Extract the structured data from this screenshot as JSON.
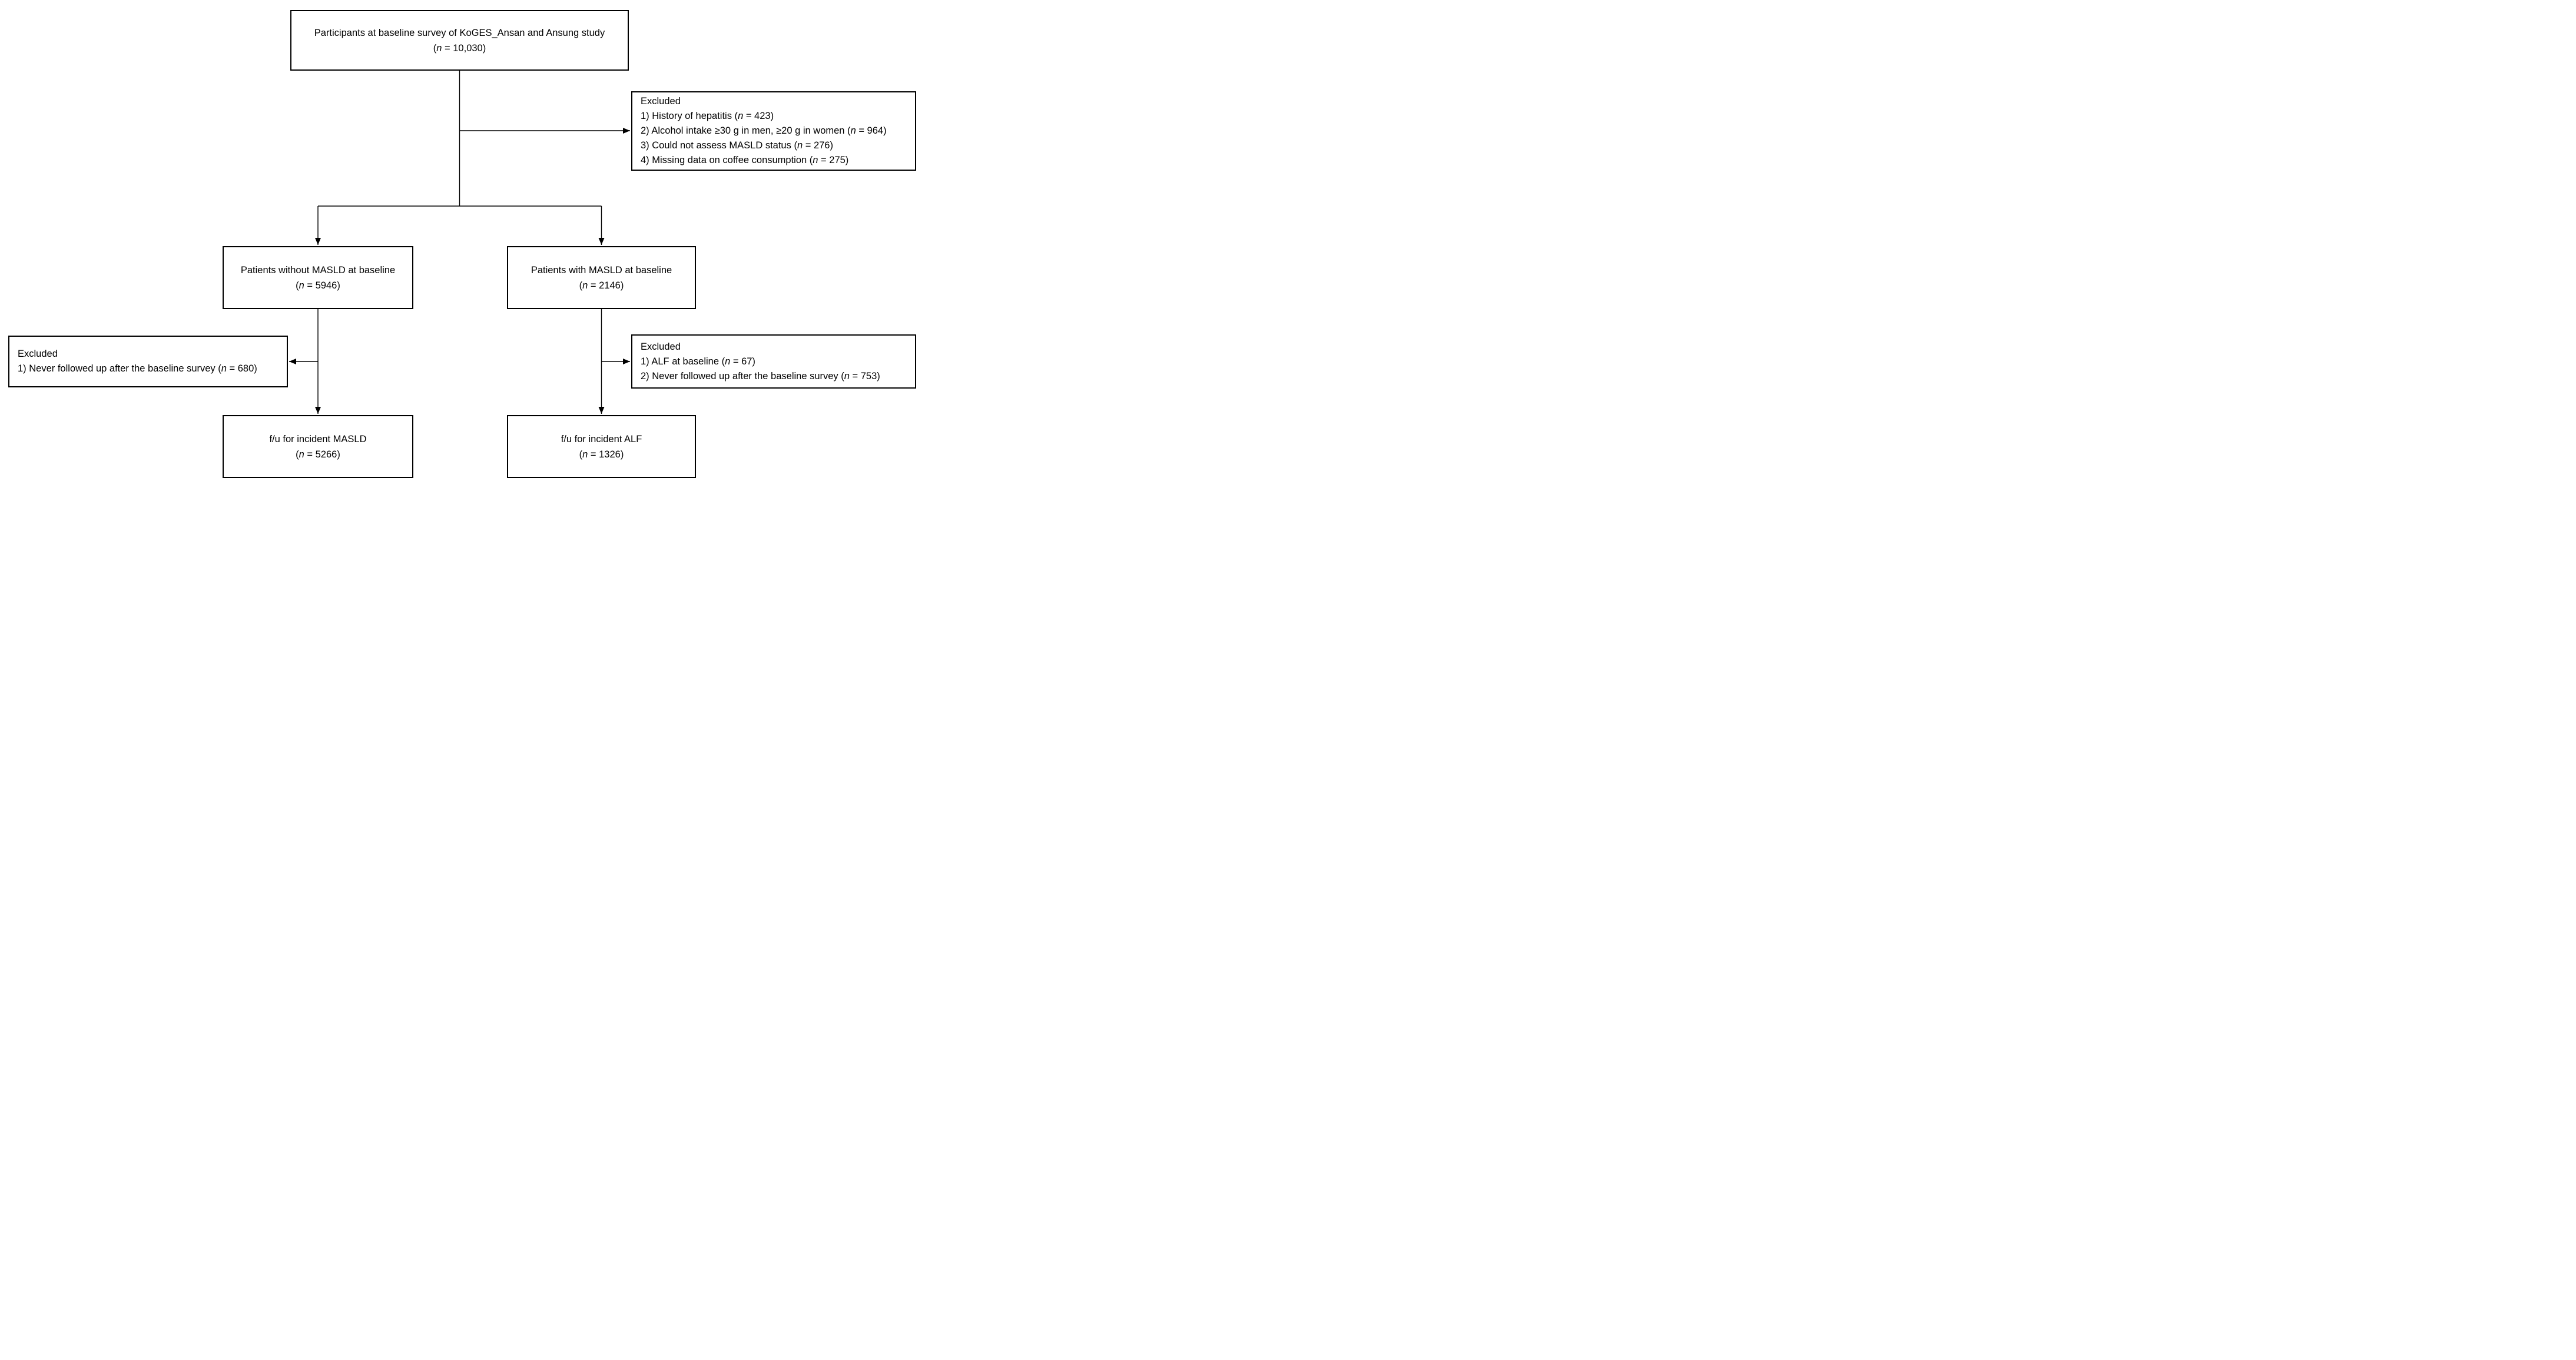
{
  "colors": {
    "line": "#000000",
    "background": "#ffffff",
    "text": "#000000"
  },
  "boxes": {
    "baseline": {
      "label": "Participants at baseline survey of KoGES_Ansan and Ansung study",
      "n_pre": "(",
      "n": "n",
      "n_post": " = 10,030)"
    },
    "excluded_baseline": {
      "header": "Excluded",
      "items": [
        {
          "pre": "1) History of hepatitis (",
          "n": "n",
          "post": " = 423)"
        },
        {
          "pre": "2) Alcohol intake ≥30 g in men, ≥20 g in women (",
          "n": "n",
          "post": " = 964)"
        },
        {
          "pre": "3) Could not assess MASLD status (",
          "n": "n",
          "post": " = 276)"
        },
        {
          "pre": "4) Missing data on coffee consumption (",
          "n": "n",
          "post": " = 275)"
        }
      ]
    },
    "without_masld": {
      "label": "Patients without MASLD at baseline",
      "n_pre": "(",
      "n": "n",
      "n_post": " = 5946)"
    },
    "with_masld": {
      "label": "Patients with MASLD at baseline",
      "n_pre": "(",
      "n": "n",
      "n_post": " = 2146)"
    },
    "excluded_without": {
      "header": "Excluded",
      "items": [
        {
          "pre": "1) Never followed up after the baseline survey (",
          "n": "n",
          "post": " = 680)"
        }
      ]
    },
    "excluded_with": {
      "header": "Excluded",
      "items": [
        {
          "pre": "1) ALF at baseline (",
          "n": "n",
          "post": " = 67)"
        },
        {
          "pre": "2) Never followed up after the baseline survey (",
          "n": "n",
          "post": " = 753)"
        }
      ]
    },
    "fu_masld": {
      "label": "f/u for incident MASLD",
      "n_pre": "(",
      "n": "n",
      "n_post": " = 5266)"
    },
    "fu_alf": {
      "label": "f/u for incident ALF",
      "n_pre": "(",
      "n": "n",
      "n_post": " = 1326)"
    }
  }
}
